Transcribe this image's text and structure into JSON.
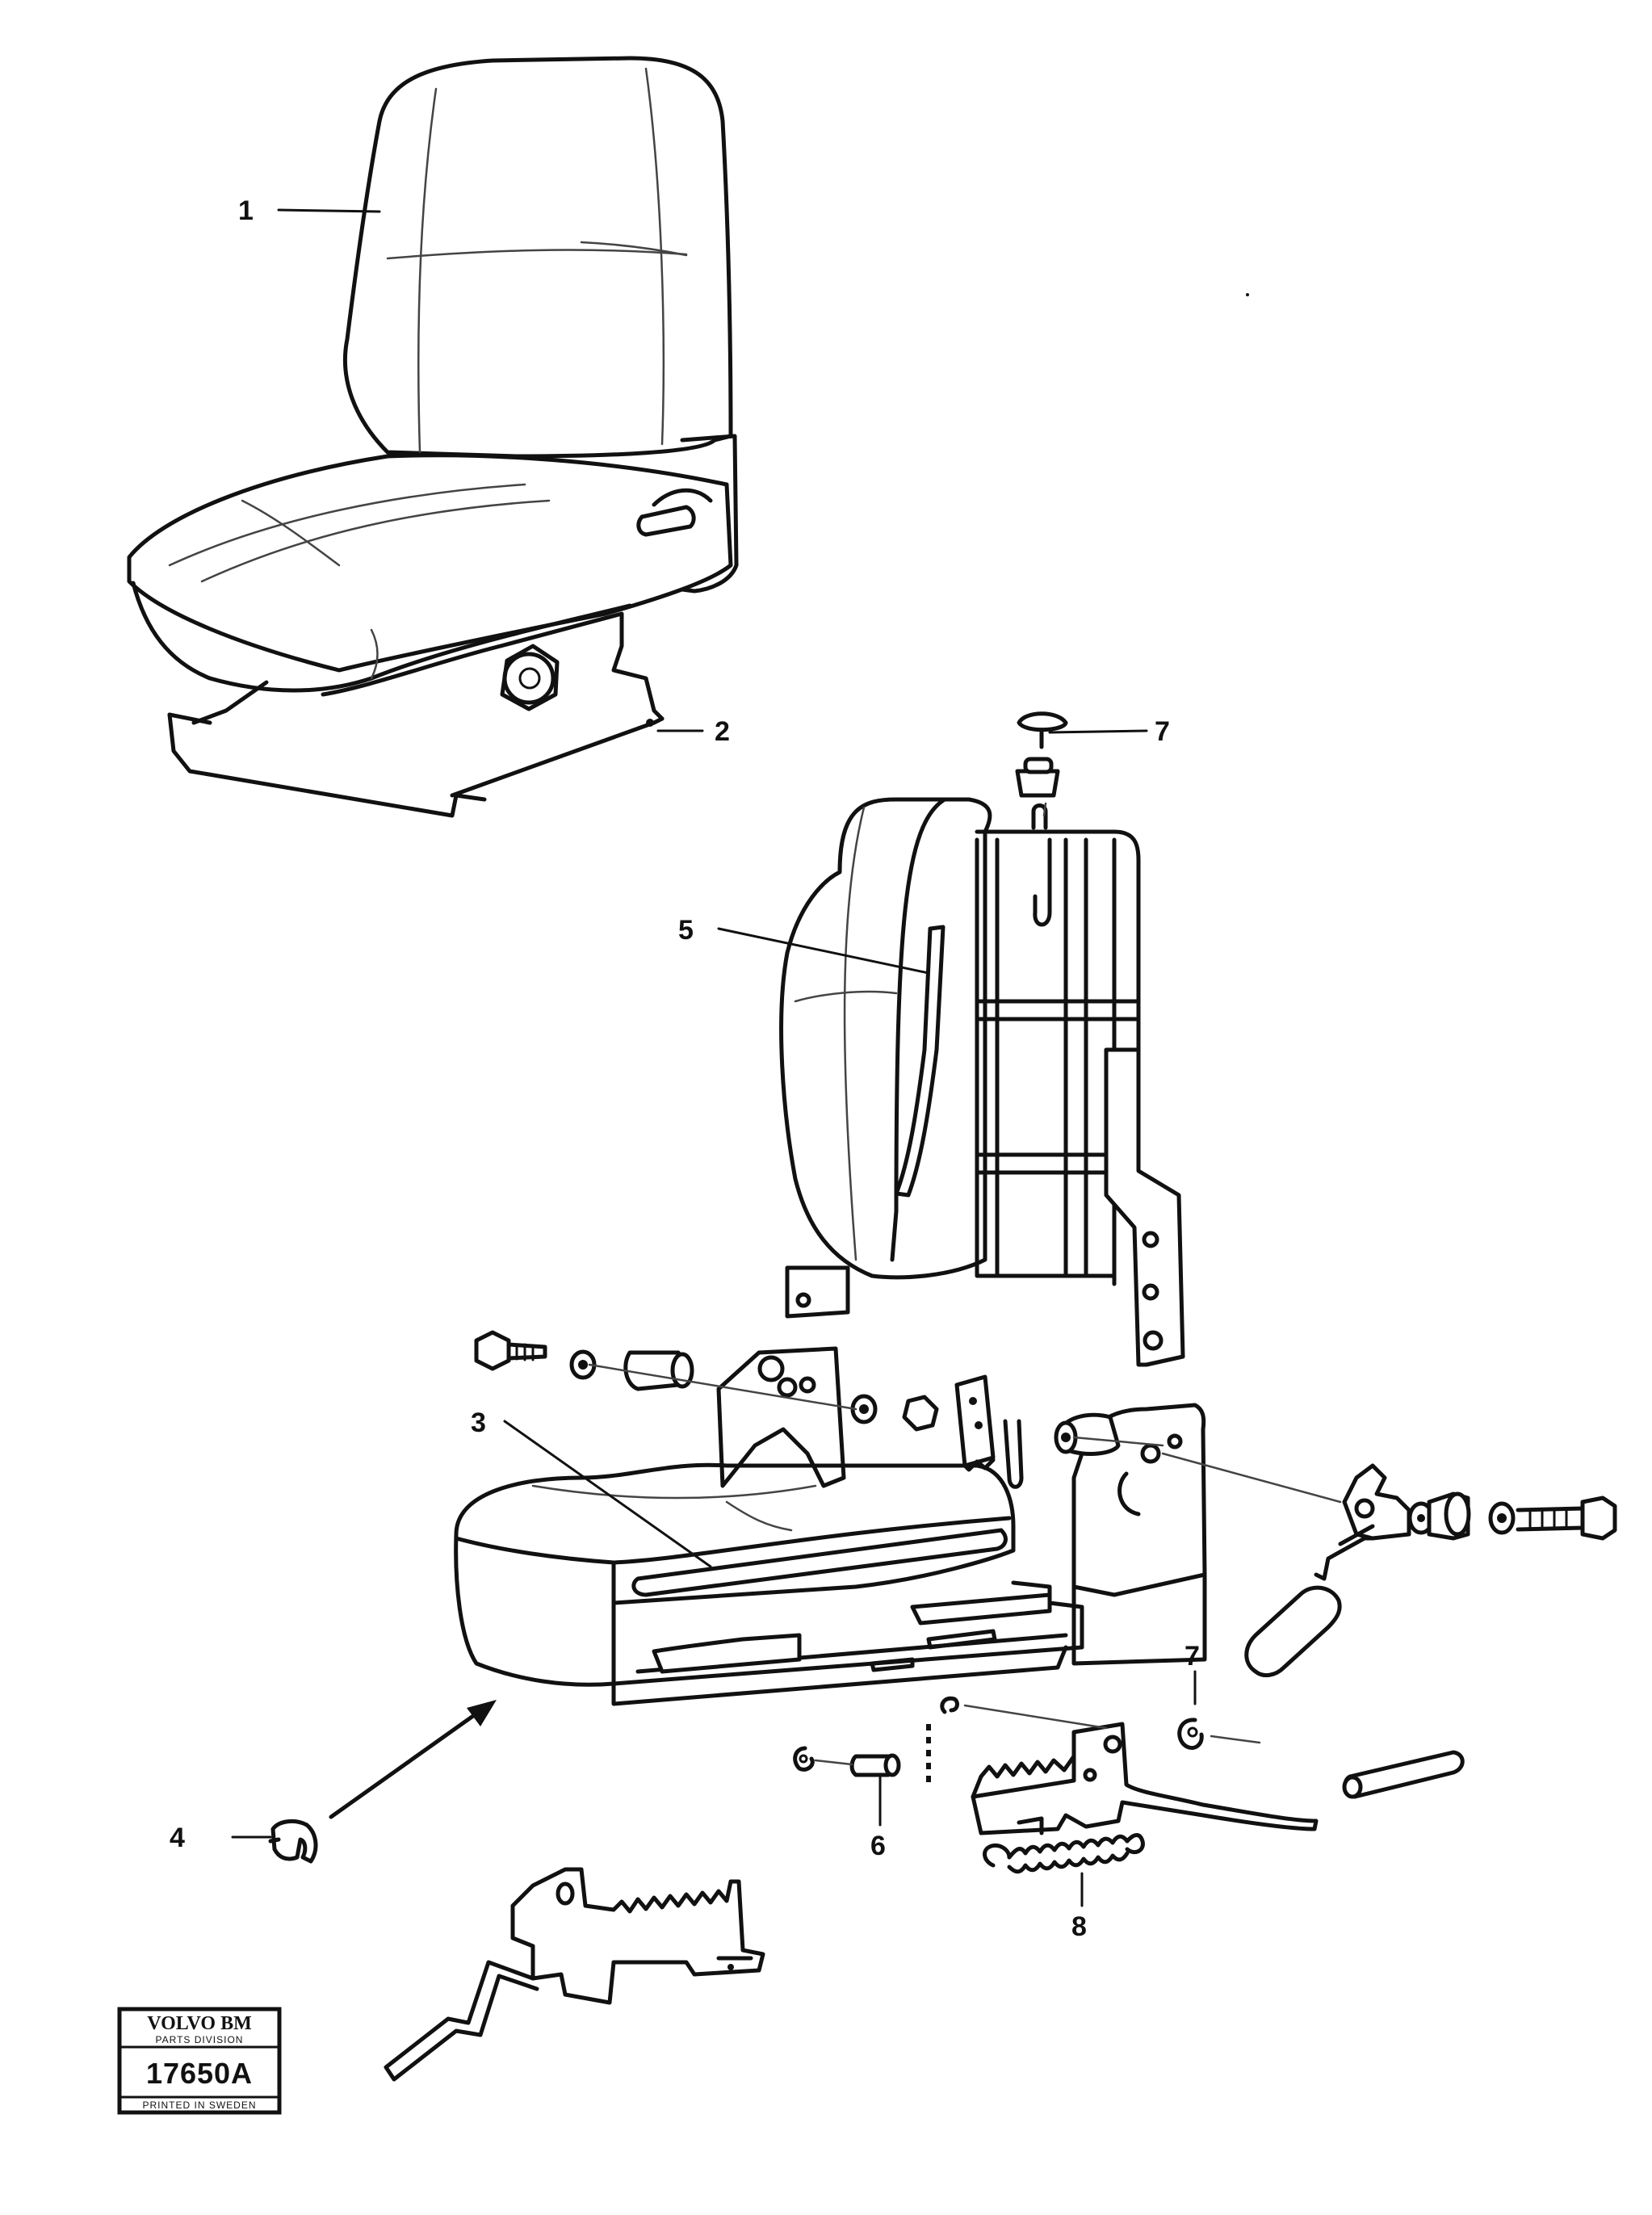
{
  "callouts": {
    "c1": "1",
    "c2": "2",
    "c3": "3",
    "c4": "4",
    "c5": "5",
    "c6": "6",
    "c7_top": "7",
    "c7_mid": "7",
    "c8": "8"
  },
  "stamp": {
    "brand": "VOLVO BM",
    "division": "PARTS DIVISION",
    "code": "17650A",
    "printed": "PRINTED IN SWEDEN"
  }
}
